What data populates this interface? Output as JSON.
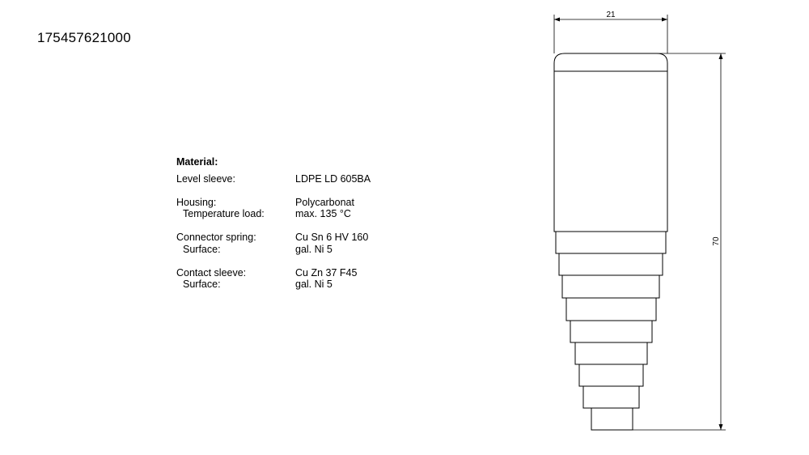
{
  "part_number": "175457621000",
  "material": {
    "title": "Material:",
    "groups": [
      {
        "rows": [
          {
            "label": "Level sleeve:",
            "value": "LDPE LD 605BA"
          }
        ]
      },
      {
        "rows": [
          {
            "label": "Housing:",
            "value": "Polycarbonat"
          },
          {
            "label": "Temperature load:",
            "value": "max. 135 °C",
            "indent": true
          }
        ]
      },
      {
        "rows": [
          {
            "label": "Connector spring:",
            "value": "Cu Sn 6 HV 160"
          },
          {
            "label": "Surface:",
            "value": "gal. Ni 5",
            "indent": true
          }
        ]
      },
      {
        "rows": [
          {
            "label": "Contact sleeve:",
            "value": "Cu Zn 37 F45"
          },
          {
            "label": "Surface:",
            "value": "gal. Ni 5",
            "indent": true
          }
        ]
      }
    ]
  },
  "dimensions": {
    "width_label": "21",
    "height_label": "70"
  }
}
